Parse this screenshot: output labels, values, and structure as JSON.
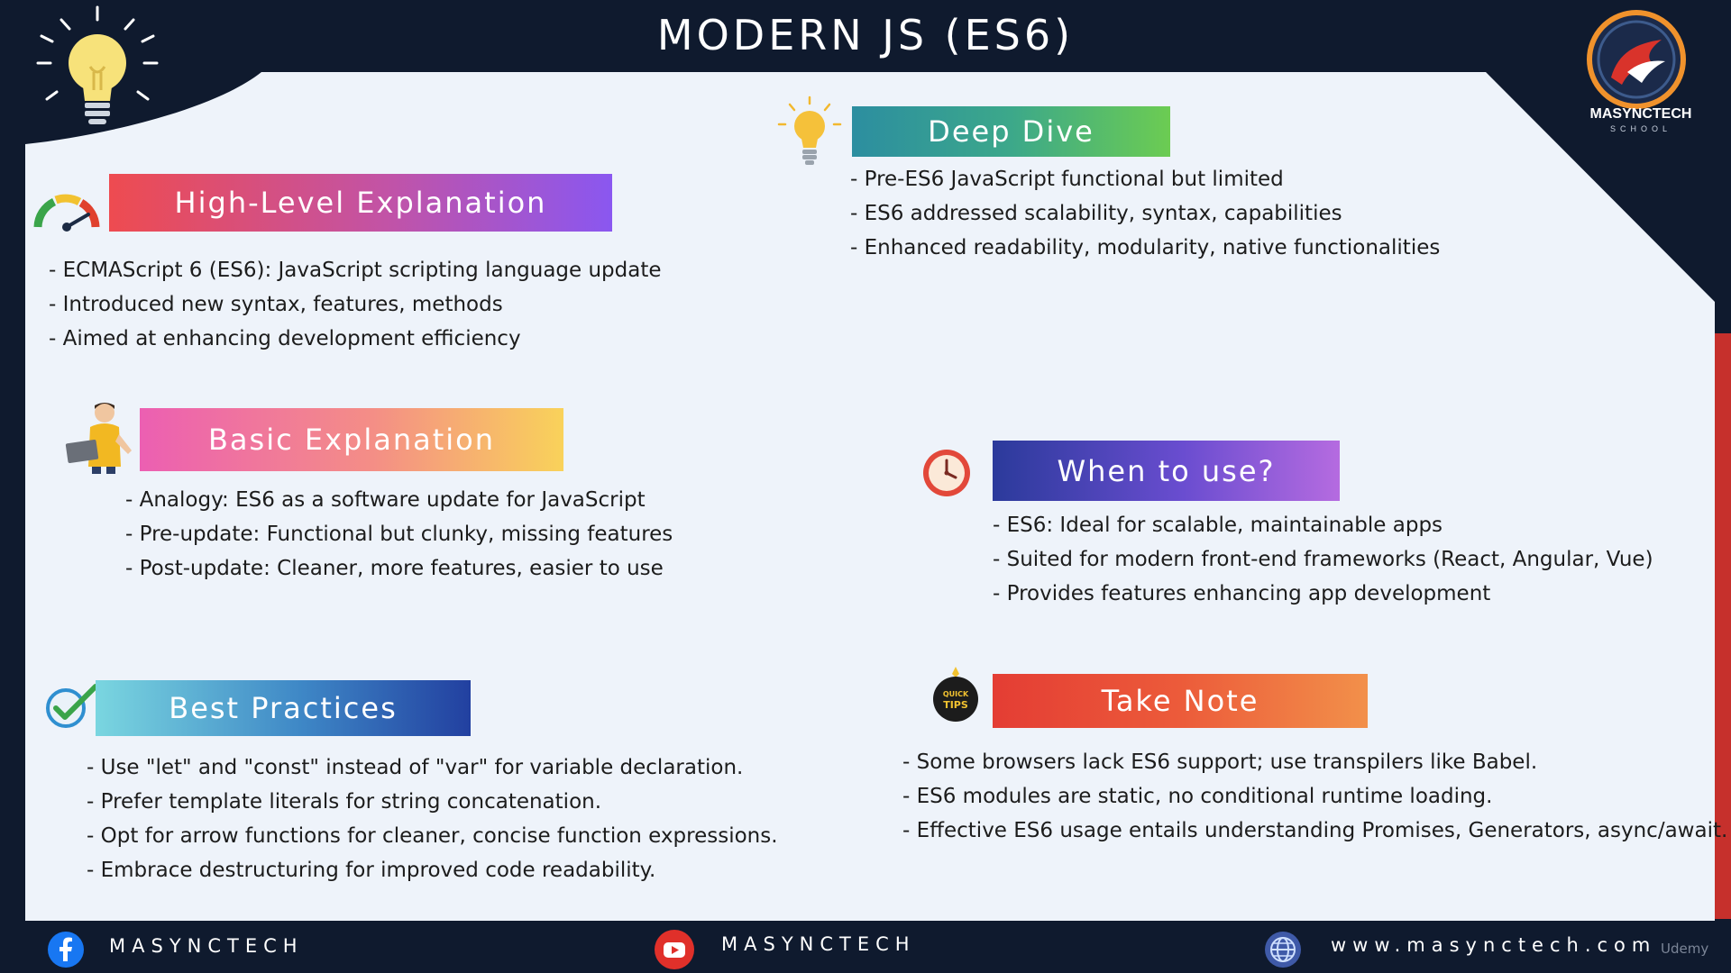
{
  "title": "MODERN JS (ES6)",
  "logo": {
    "name": "MASYNCTECH",
    "sub": "SCHOOL"
  },
  "sections": {
    "high_level": {
      "header": "High-Level Explanation",
      "items": [
        "- ECMAScript 6 (ES6): JavaScript scripting language update",
        "- Introduced new syntax, features, methods",
        "- Aimed at enhancing development efficiency"
      ]
    },
    "deep_dive": {
      "header": "Deep Dive",
      "items": [
        "- Pre-ES6 JavaScript functional but limited",
        "- ES6 addressed scalability, syntax, capabilities",
        "- Enhanced readability, modularity, native functionalities"
      ]
    },
    "basic": {
      "header": "Basic Explanation",
      "items": [
        "- Analogy: ES6 as a software update for JavaScript",
        "- Pre-update: Functional but clunky, missing features",
        "- Post-update: Cleaner, more features, easier to use"
      ]
    },
    "when": {
      "header": "When to use?",
      "items": [
        "- ES6: Ideal for scalable, maintainable apps",
        "- Suited for modern front-end frameworks (React, Angular, Vue)",
        "- Provides features enhancing app development"
      ]
    },
    "best": {
      "header": "Best Practices",
      "items": [
        "- Use \"let\" and \"const\" instead of \"var\" for variable declaration.",
        "- Prefer template literals for string concatenation.",
        "- Opt for arrow functions for cleaner, concise function expressions.",
        "- Embrace destructuring for improved code readability."
      ]
    },
    "note": {
      "header": "Take Note",
      "items": [
        "- Some browsers lack ES6 support; use transpilers like Babel.",
        "- ES6 modules are static, no conditional runtime loading.",
        "- Effective ES6 usage entails understanding Promises, Generators, async/await."
      ]
    }
  },
  "quick_tips_icon_text": [
    "QUICK",
    "TIPS"
  ],
  "footer": {
    "facebook": "MASYNCTECH",
    "youtube": "MASYNCTECH",
    "website": "www.masynctech.com",
    "watermark": "Udemy"
  },
  "colors": {
    "background": "#0f1a2e",
    "panel": "#eef3fa",
    "accent_red": "#c6302c"
  },
  "icons": [
    "lightbulb-icon",
    "gauge-icon",
    "person-laptop-icon",
    "check-icon",
    "clock-icon",
    "quick-tips-icon",
    "facebook-icon",
    "youtube-icon",
    "globe-icon"
  ]
}
